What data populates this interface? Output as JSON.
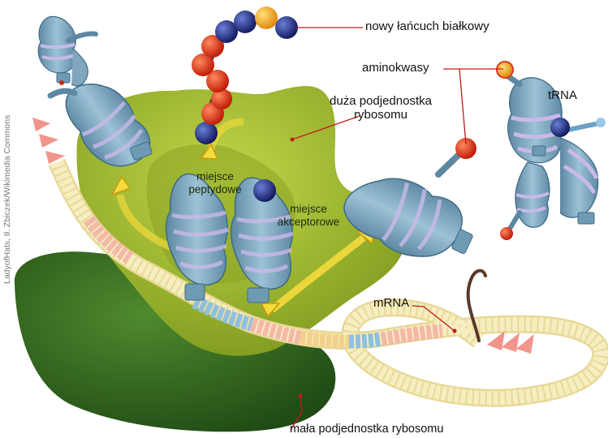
{
  "labels": {
    "new_chain": "nowy łańcuch białkowy",
    "amino_acids": "aminokwasy",
    "large_subunit_line1": "duża podjednostka",
    "large_subunit_line2": "rybosomu",
    "trna": "tRNA",
    "p_site_line1": "miejsce",
    "p_site_line2": "peptydowe",
    "a_site_line1": "miejsce",
    "a_site_line2": "akceptorowe",
    "mrna": "mRNA",
    "small_subunit": "mała podjednostka rybosomu"
  },
  "credit": "LadyofHats, tł. Zbiczek/Wikimedia Commons",
  "colors": {
    "large_subunit": "#9db82e",
    "small_subunit": "#2f6a20",
    "trna_body": "#7fa6bd",
    "amino_red": "#e0341a",
    "amino_blue": "#23308a",
    "amino_orange": "#f0a020",
    "mrna_yellow": "#f6eec0",
    "mrna_pink": "#f4b8a8",
    "arrow_yellow": "#f5dc3c",
    "leader_red": "#c21a1a"
  }
}
